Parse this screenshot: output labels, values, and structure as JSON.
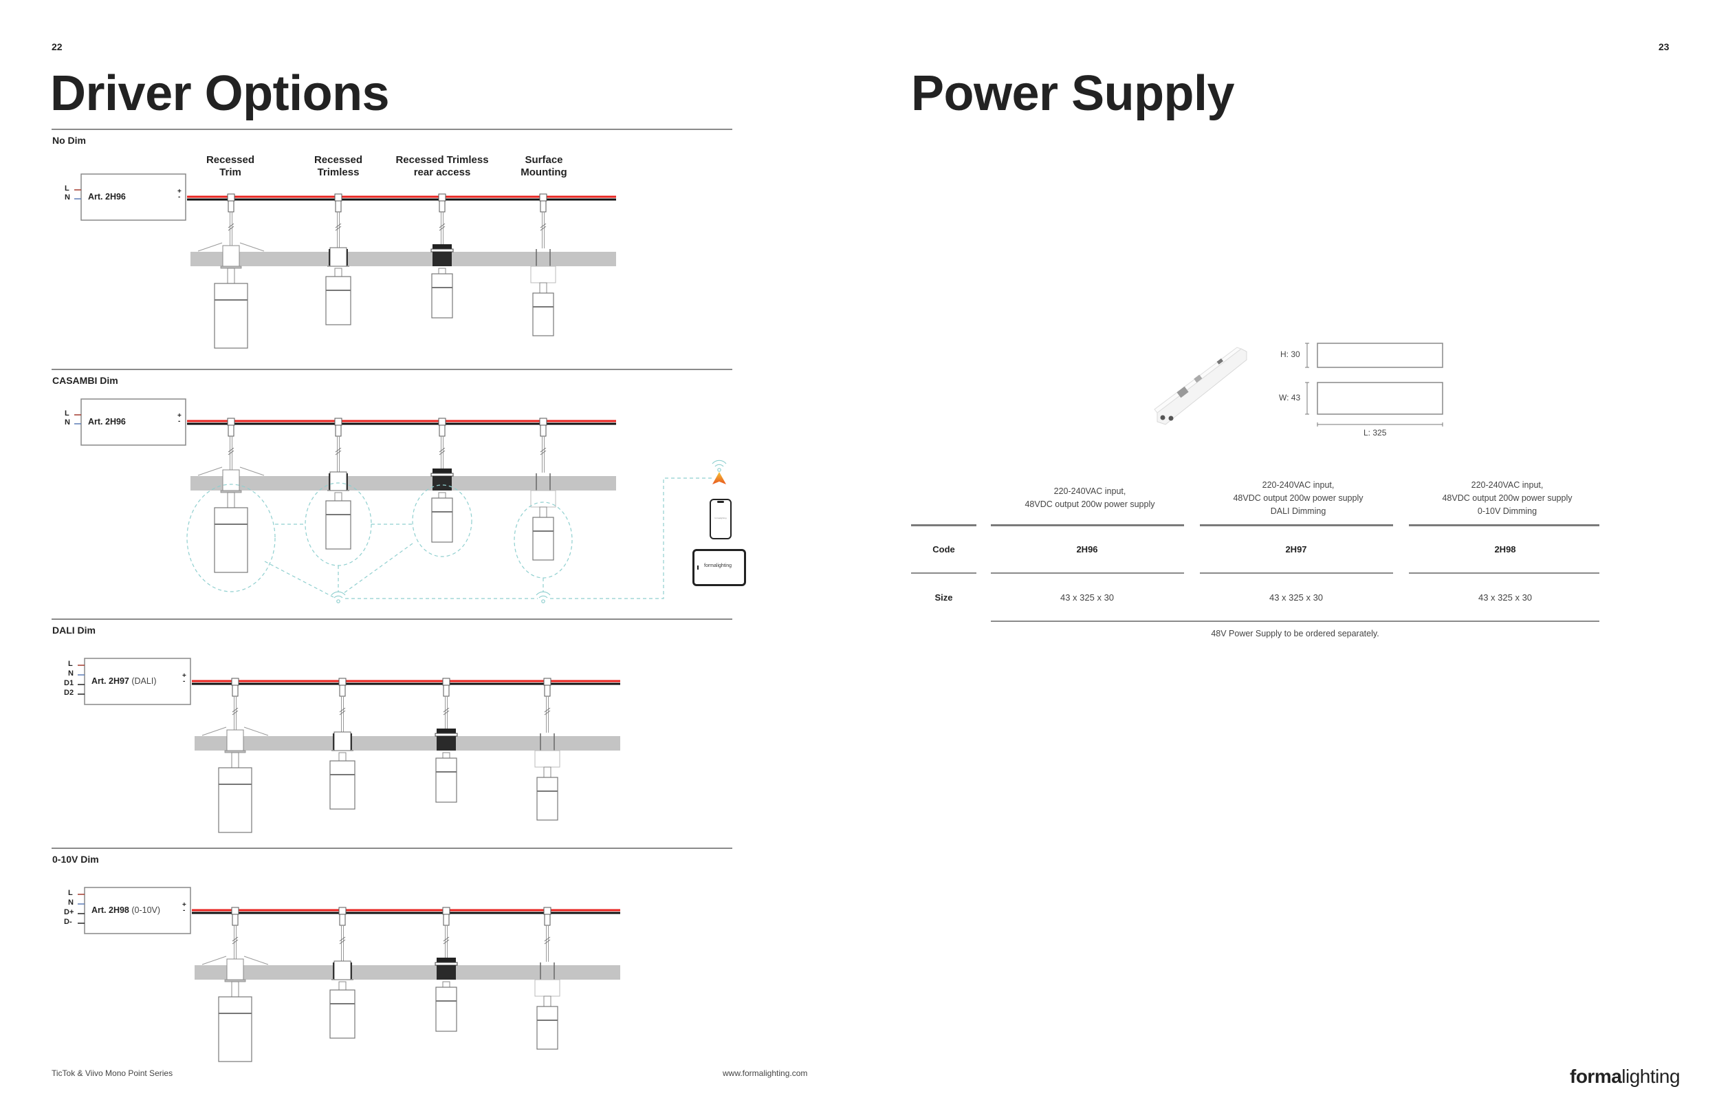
{
  "left_page": {
    "page_number": "22",
    "title": "Driver Options",
    "column_headers": [
      {
        "line1": "Recessed",
        "line2": "Trim"
      },
      {
        "line1": "Recessed",
        "line2": "Trimless"
      },
      {
        "line1": "Recessed Trimless",
        "line2": "rear access"
      },
      {
        "line1": "Surface",
        "line2": "Mounting"
      }
    ],
    "sections": [
      {
        "label": "No Dim",
        "driver_article": "Art. 2H96",
        "driver_suffix": "",
        "terminals": [
          "L",
          "N"
        ],
        "output_terminals": "+ -"
      },
      {
        "label": "CASAMBI Dim",
        "driver_article": "Art. 2H96",
        "driver_suffix": "",
        "terminals": [
          "L",
          "N"
        ],
        "output_terminals": "+ -"
      },
      {
        "label": "DALI Dim",
        "driver_article": "Art. 2H97",
        "driver_suffix": "(DALI)",
        "terminals": [
          "L",
          "N",
          "D1",
          "D2"
        ],
        "output_terminals": "+ -"
      },
      {
        "label": "0-10V Dim",
        "driver_article": "Art. 2H98",
        "driver_suffix": "(0-10V)",
        "terminals": [
          "L",
          "N",
          "D+",
          "D-"
        ],
        "output_terminals": "+ -"
      }
    ],
    "casambi_devices": {
      "phone_screen_text": "formalighting",
      "tablet_screen_text": "formalighting"
    },
    "footer": {
      "series": "TicTok & Viivo Mono Point Series",
      "website": "www.formalighting.com"
    }
  },
  "right_page": {
    "page_number": "23",
    "title": "Power Supply",
    "dimensions": {
      "height_label": "H: 30",
      "width_label": "W: 43",
      "length_label": "L: 325"
    },
    "table": {
      "row_labels": {
        "code": "Code",
        "size": "Size"
      },
      "columns": [
        {
          "description": [
            "220-240VAC input,",
            "48VDC output 200w power supply"
          ],
          "code": "2H96",
          "size": "43 x 325 x 30"
        },
        {
          "description": [
            "220-240VAC input,",
            "48VDC output 200w power supply",
            "DALI Dimming"
          ],
          "code": "2H97",
          "size": "43 x 325 x 30"
        },
        {
          "description": [
            "220-240VAC input,",
            "48VDC output 200w power supply",
            "0-10V Dimming"
          ],
          "code": "2H98",
          "size": "43 x 325 x 30"
        }
      ],
      "note": "48V Power Supply to be ordered separately."
    },
    "logo": {
      "bold": "forma",
      "light": "lighting"
    }
  },
  "colors": {
    "wire_positive": "#e8231f",
    "wire_negative": "#111111",
    "ceiling": "#c4c4c4",
    "wireless_link": "#8fcfcf",
    "divider": "#8a8a8a",
    "text": "#222222"
  }
}
